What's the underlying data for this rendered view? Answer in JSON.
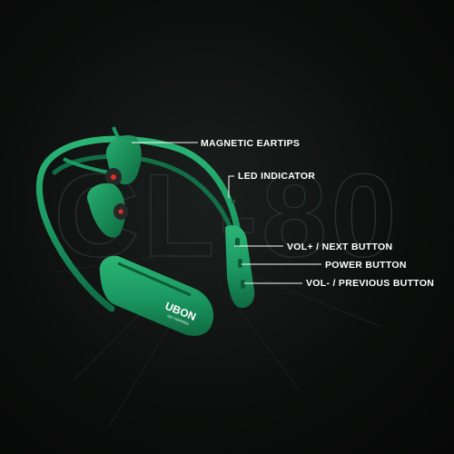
{
  "product": {
    "model_watermark": "CL-80",
    "brand_logo_text": "UBON",
    "brand_tagline": "GET INSPIRED",
    "body_color": "#1c9a63",
    "body_shadow_color": "#0f6a41",
    "earbud_tip_color": "#2a2a2a",
    "earbud_dot_color": "#d8312c"
  },
  "callouts": {
    "magnetic_eartips": "MAGNETIC EARTIPS",
    "led_indicator": "LED INDICATOR",
    "vol_up_next": "VOL+ / NEXT BUTTON",
    "power_button": "POWER BUTTON",
    "vol_down_previous": "VOL- / PREVIOUS BUTTON"
  },
  "colors": {
    "background": "#0c0e0d",
    "label_text": "#ffffff",
    "leader_line": "#ffffff"
  }
}
